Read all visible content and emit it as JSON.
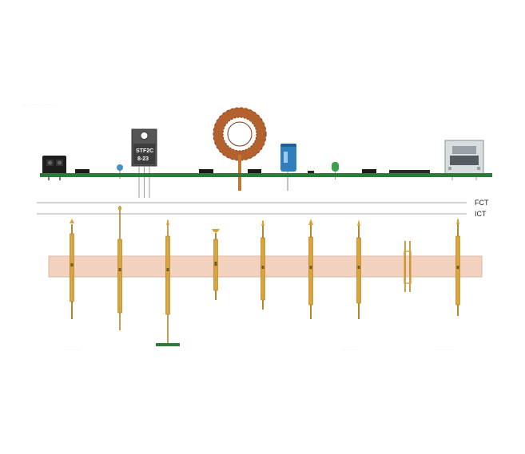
{
  "labels": {
    "fct": "FCT",
    "ict": "ICT",
    "regulator_marking_line1": "STF2C",
    "regulator_marking_line2": "8-23"
  },
  "colors": {
    "pcb": "#2d7a3a",
    "probe_gold": "#d9a53b",
    "fixture_plate": "#f3d2bf",
    "toroid": "#b3612f",
    "capacitor": "#2f7fbf",
    "led": "#3aa04a",
    "lines": "#aaaaaa"
  },
  "faint_captions": {
    "top": "· · · ·   · · ·   · · · · · · ·",
    "bottom_left": "· · · · ·   · ·",
    "bottom_center": "· · · · · · · ·",
    "bottom_right": "· · · · ·   · · ·"
  },
  "components": [
    {
      "name": "terminal-block"
    },
    {
      "name": "smd-ic"
    },
    {
      "name": "ceramic-capacitor"
    },
    {
      "name": "voltage-regulator-to220"
    },
    {
      "name": "smd-ic"
    },
    {
      "name": "toroid-inductor"
    },
    {
      "name": "smd-ic"
    },
    {
      "name": "electrolytic-capacitor"
    },
    {
      "name": "smd-resistor"
    },
    {
      "name": "led"
    },
    {
      "name": "smd-ic"
    },
    {
      "name": "connector-strip"
    },
    {
      "name": "rj45-jack"
    }
  ],
  "probes": [
    {
      "tip": "crown",
      "length": "short"
    },
    {
      "tip": "needle",
      "length": "long"
    },
    {
      "tip": "point",
      "length": "extra-long"
    },
    {
      "tip": "cup",
      "length": "short"
    },
    {
      "tip": "point",
      "length": "medium"
    },
    {
      "tip": "crown",
      "length": "medium"
    },
    {
      "tip": "point",
      "length": "medium"
    },
    {
      "tip": "fork",
      "length": "short"
    },
    {
      "tip": "point",
      "length": "medium"
    }
  ]
}
